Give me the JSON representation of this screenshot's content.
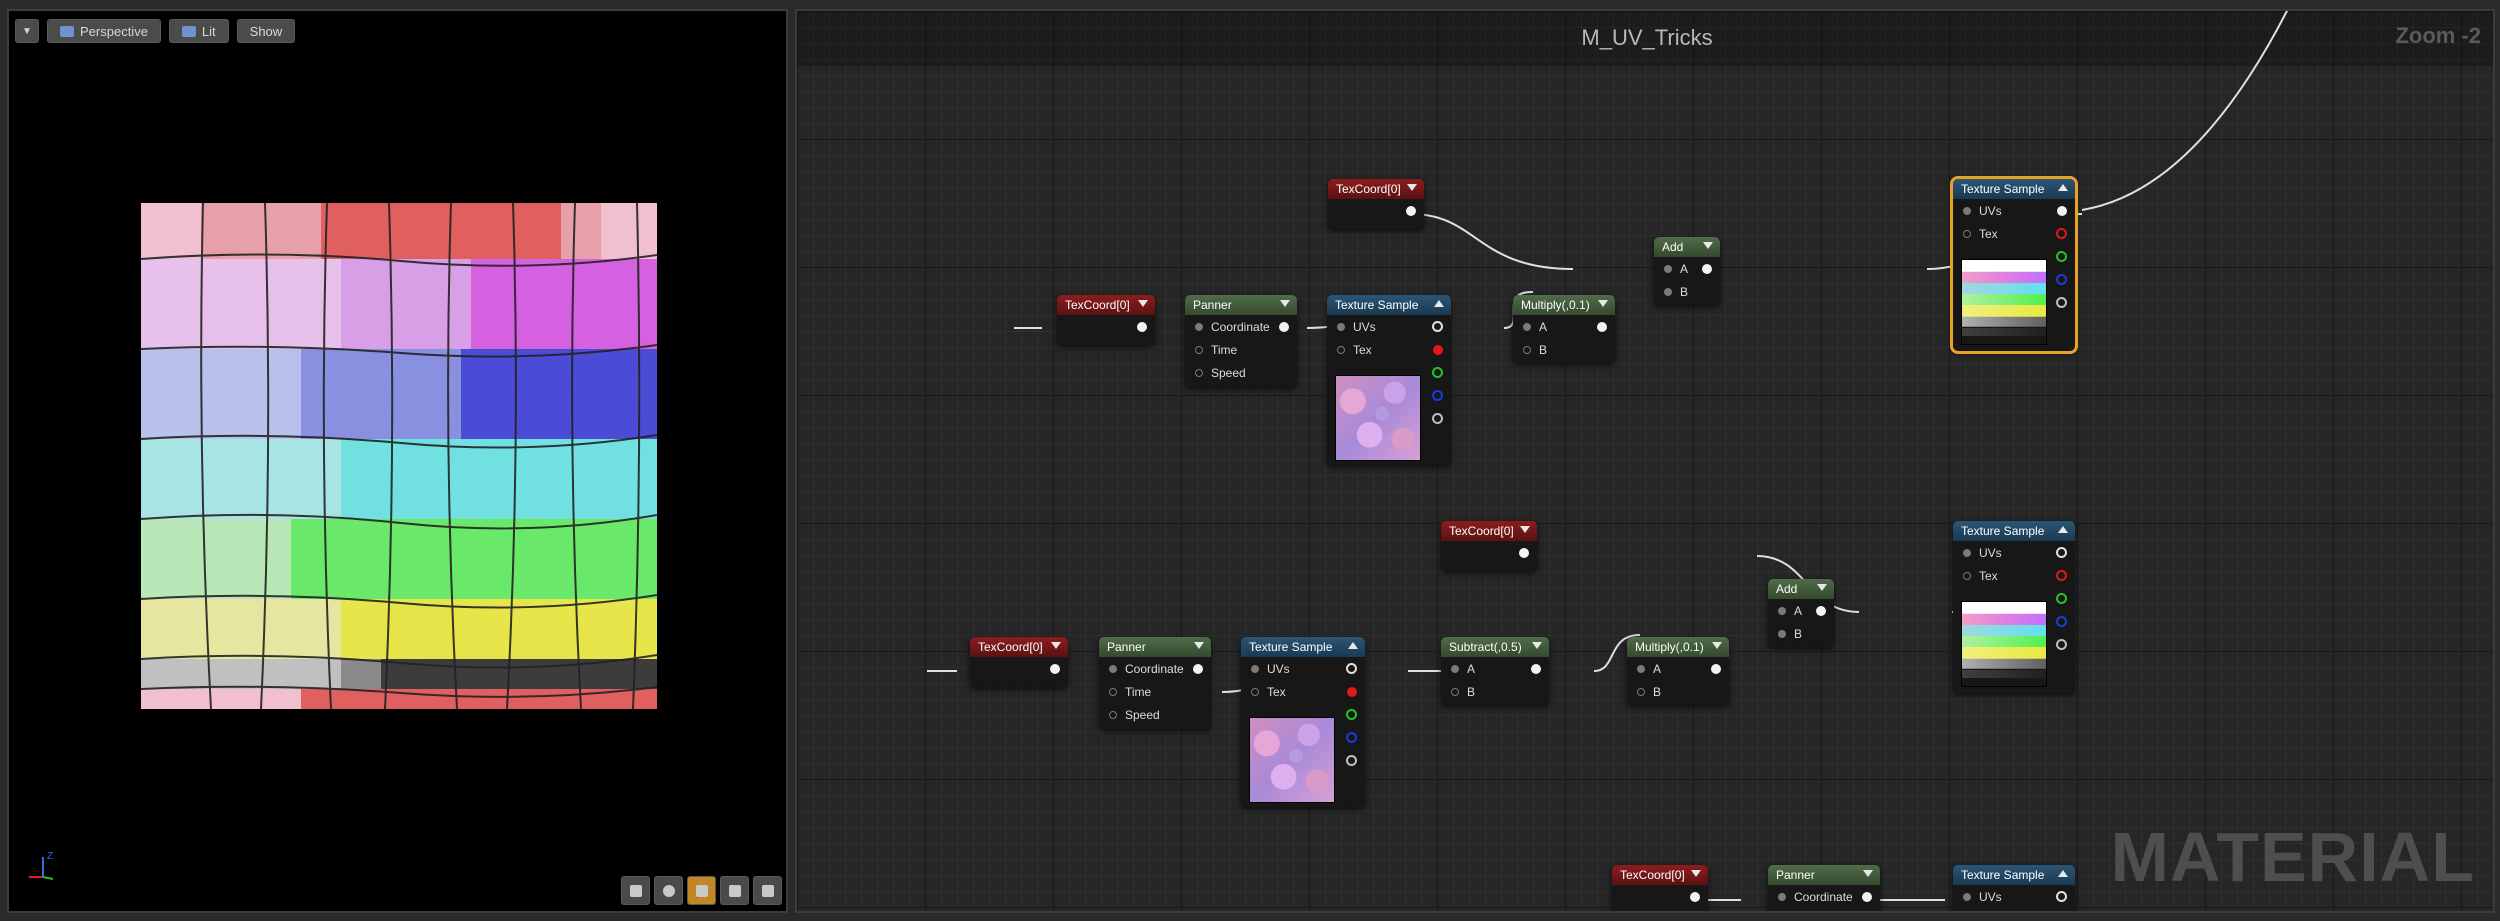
{
  "viewport": {
    "toolbar": {
      "perspective_label": "Perspective",
      "lit_label": "Lit",
      "show_label": "Show"
    },
    "axis_label": "Z"
  },
  "graph": {
    "title": "M_UV_Tricks",
    "zoom": "Zoom -2",
    "watermark": "MATERIAL"
  },
  "labels": {
    "texcoord": "TexCoord[0]",
    "panner": "Panner",
    "texture_sample": "Texture Sample",
    "add": "Add",
    "multiply": "Multiply(,0.1)",
    "subtract": "Subtract(,0.5)",
    "coordinate": "Coordinate",
    "time": "Time",
    "speed": "Speed",
    "uvs": "UVs",
    "tex": "Tex",
    "a": "A",
    "b": "B"
  },
  "colors": {
    "selection": "#e8a327",
    "texcoord_header": "#8c1d1d",
    "panner_header": "#4f6d4a",
    "texture_header": "#2a5676"
  }
}
